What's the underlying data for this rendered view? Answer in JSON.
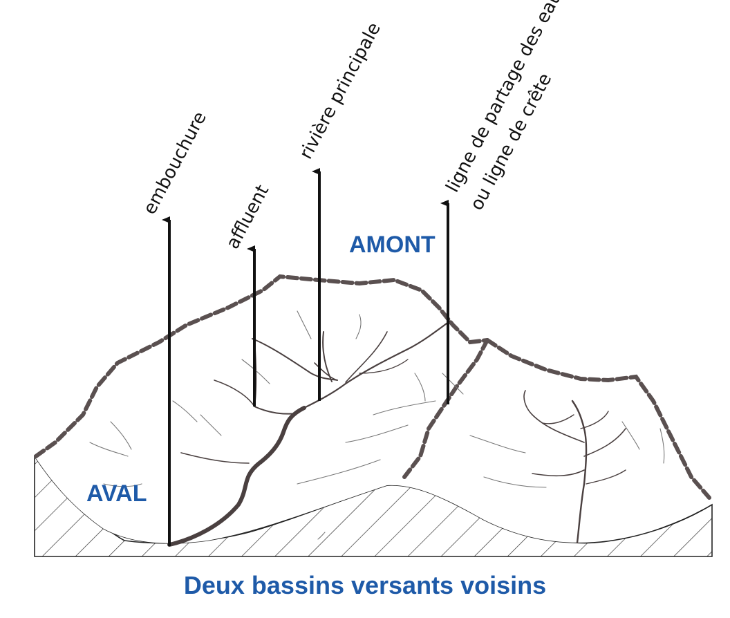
{
  "diagram": {
    "title": "Deux bassins versants voisins",
    "zones": {
      "upstream": "AMONT",
      "downstream": "AVAL"
    },
    "labels": {
      "mouth": "embouchure",
      "tributary": "affluent",
      "main_river": "rivière principale",
      "watershed_line_1": "ligne de partage des eaux",
      "watershed_line_2": "ou ligne de crête"
    },
    "colors": {
      "accent": "#1e5aa8",
      "ink": "#111111",
      "ridge": "#5a5050"
    }
  }
}
